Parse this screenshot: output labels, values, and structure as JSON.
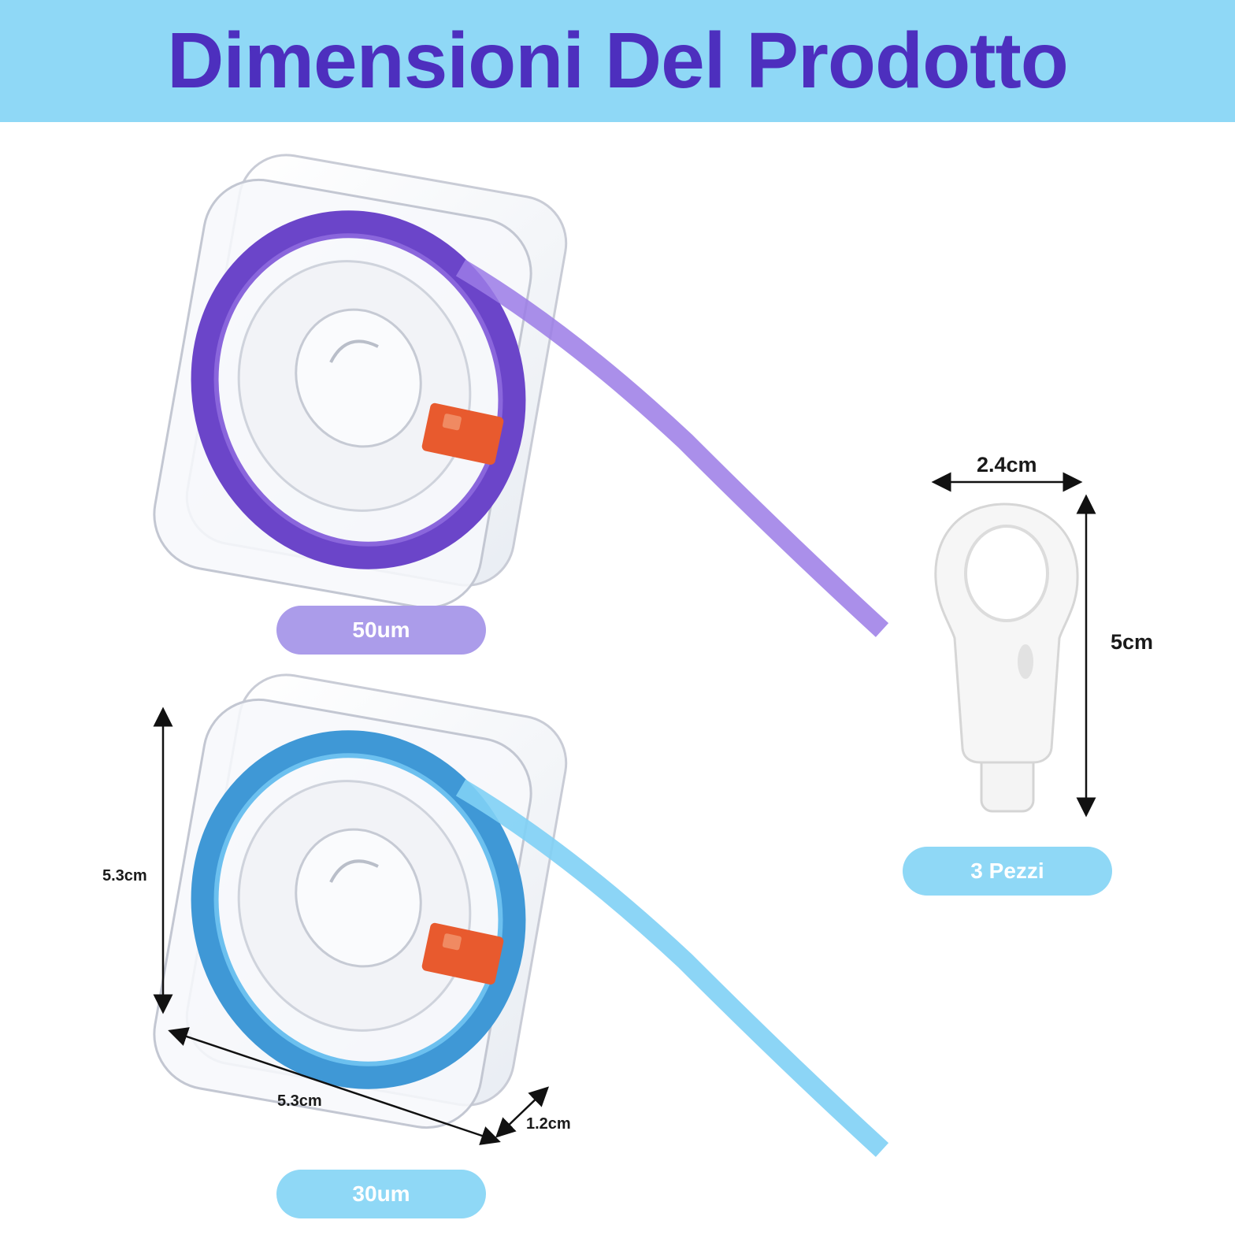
{
  "header": {
    "title": "Dimensioni Del Prodotto"
  },
  "products": {
    "spool_purple": {
      "label": "50um"
    },
    "spool_blue": {
      "label": "30um",
      "height": "5.3cm",
      "width": "5.3cm",
      "depth": "1.2cm"
    },
    "holder": {
      "label": "3 Pezzi",
      "width": "2.4cm",
      "height": "5cm"
    }
  },
  "colors": {
    "header_bg": "#8fd8f6",
    "title": "#4d2fbe",
    "purple_tape": "#7b55d6",
    "blue_tape": "#4fb0e8",
    "pill_purple": "#ab9cea",
    "pill_blue": "#8fd8f6"
  }
}
